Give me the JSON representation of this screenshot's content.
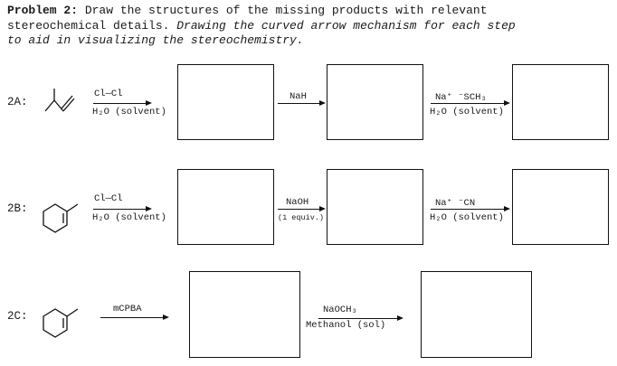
{
  "header": {
    "title": "Problem 2:",
    "line1": " Draw the structures of the missing products with relevant",
    "line2": "stereochemical details. ",
    "line2_italic": "Drawing the curved arrow mechanism for each step",
    "line3_italic": "to aid in visualizing the stereochemistry."
  },
  "rows": [
    {
      "label": "2A:",
      "step1": {
        "top": "Cl—Cl",
        "bottom": "H₂O (solvent)"
      },
      "step2": {
        "top": "NaH"
      },
      "step3": {
        "top": "Na⁺ ⁻SCH₃",
        "bottom": "H₂O (solvent)"
      }
    },
    {
      "label": "2B:",
      "step1": {
        "top": "Cl—Cl",
        "bottom": "H₂O (solvent)"
      },
      "step2": {
        "top": "NaOH",
        "bottom": "(1 equiv.)"
      },
      "step3": {
        "top": "Na⁺ ⁻CN",
        "bottom": "H₂O (solvent)"
      }
    },
    {
      "label": "2C:",
      "step1": {
        "top": "mCPBA"
      },
      "step2": {
        "top": "NaOCH₃",
        "bottom": "Methanol (sol)"
      }
    }
  ]
}
